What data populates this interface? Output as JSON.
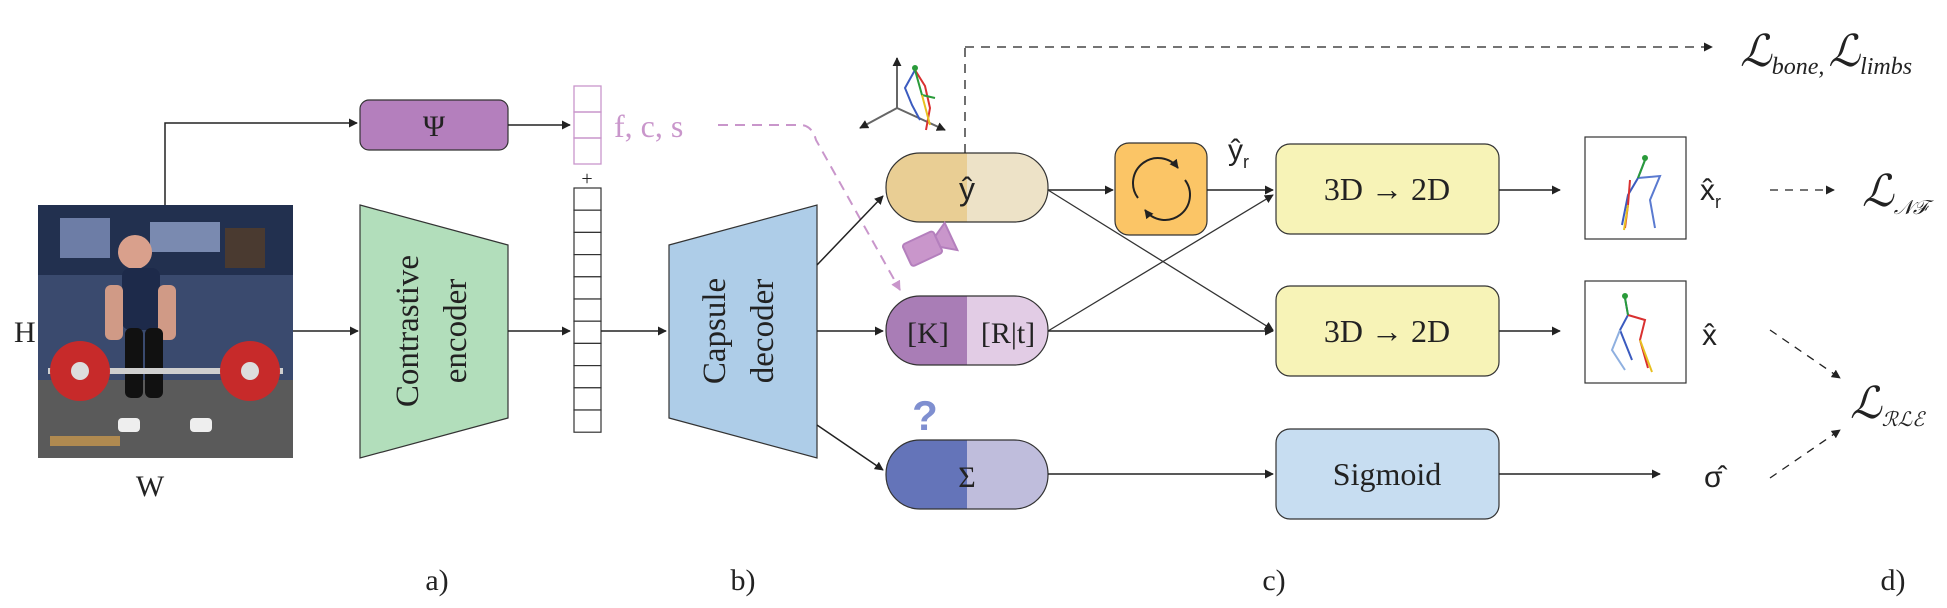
{
  "colors": {
    "psi": "#B47FBD",
    "encoder": "#B2DEBB",
    "decoder": "#AECDE8",
    "y_left": "#E9CE94",
    "y_right": "#EDE2C7",
    "k_left": "#A97DB6",
    "kr_right": "#E2CCE5",
    "sigma_left": "#6474B9",
    "sigma_right": "#BFBDDC",
    "rotate": "#FBC566",
    "proj": "#F7F3B7",
    "sigmoid": "#C7DDF1",
    "purple_text": "#C996CB",
    "arrow": "#333333"
  },
  "icons": {
    "camera": "camera-icon",
    "question": "question-mark-icon",
    "rotate": "rotate-arrows-icon",
    "axes": "coordinate-axes-icon",
    "photo": "weightlifter-photo",
    "pose": "pose-skeleton-icon"
  },
  "labels": {
    "H": "H",
    "W": "W",
    "psi": "Ψ",
    "encoder_line1": "Contrastive",
    "encoder_line2": "encoder",
    "fcs": "f, c, s",
    "plus": "+",
    "decoder_line1": "Capsule",
    "decoder_line2": "decoder",
    "y_hat": "ŷ",
    "K": "[K]",
    "Rt": "[R|t]",
    "sigma": "Σ",
    "y_hat_r": "ŷ",
    "y_hat_r_sub": "r",
    "proj_top": "3D → 2D",
    "proj_bottom": "3D → 2D",
    "sigmoid": "Sigmoid",
    "x_hat_r": "x̂",
    "x_hat_r_sub": "r",
    "x_hat": "x̂",
    "sigma_hat": "σ̂",
    "loss_top_L1": "ℒ",
    "loss_top_sub1": "bone,",
    "loss_top_L2": "ℒ",
    "loss_top_sub2": "limbs",
    "loss_nf_L": "ℒ",
    "loss_nf_sub": "𝒩ℱ",
    "loss_rle_L": "ℒ",
    "loss_rle_sub": "ℛℒℰ",
    "panel_a": "a)",
    "panel_b": "b)",
    "panel_c": "c)",
    "panel_d": "d)"
  }
}
